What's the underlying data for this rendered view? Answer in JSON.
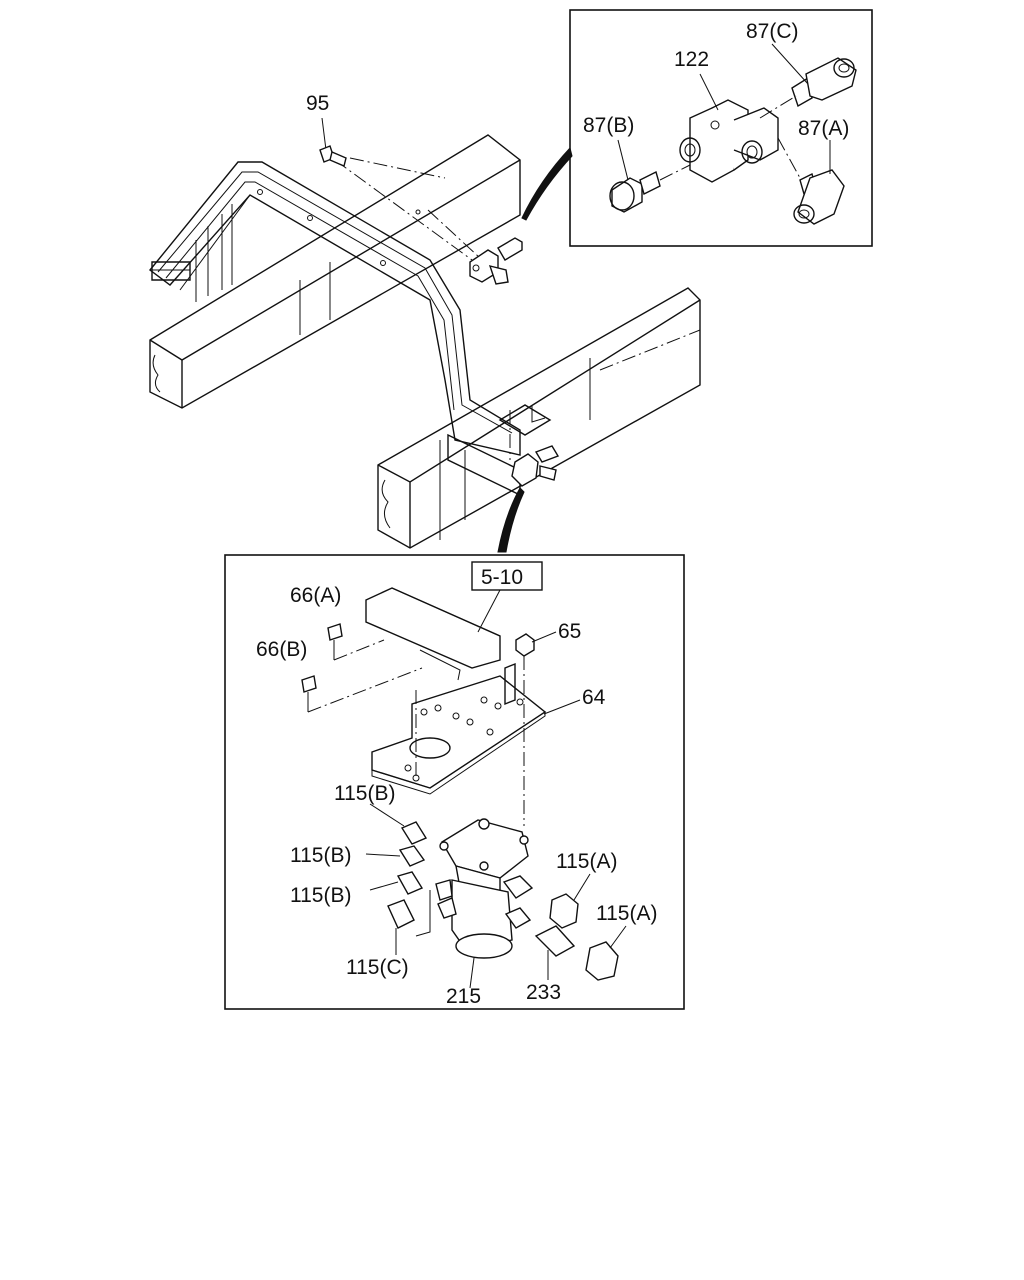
{
  "callouts": {
    "c95": "95",
    "c122": "122",
    "c87c": "87(C)",
    "c87b": "87(B)",
    "c87a": "87(A)",
    "ref": "5-10",
    "c66a": "66(A)",
    "c66b": "66(B)",
    "c65": "65",
    "c64": "64",
    "c115b1": "115(B)",
    "c115b2": "115(B)",
    "c115b3": "115(B)",
    "c115c": "115(C)",
    "c115a1": "115(A)",
    "c115a2": "115(A)",
    "c215": "215",
    "c233": "233"
  }
}
